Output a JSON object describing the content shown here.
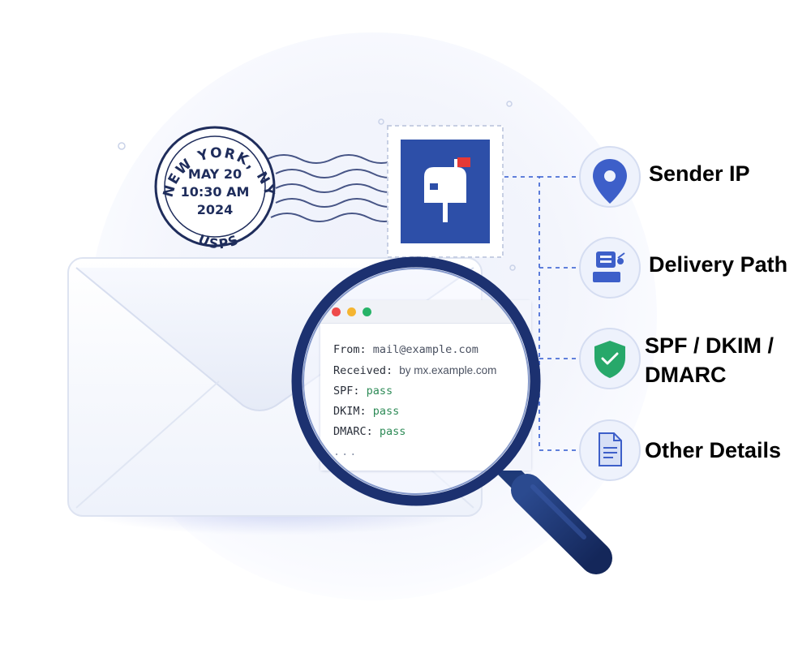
{
  "postmark": {
    "city": "NEW YORK, NY",
    "date": "MAY 20",
    "time": "10:30 AM",
    "year": "2024",
    "carrier": "USPS"
  },
  "header_preview": {
    "lines": [
      {
        "key": "From:",
        "value": "mail@example.com",
        "status": false
      },
      {
        "key": "Received:",
        "value": "by mx.example.com",
        "status": false
      },
      {
        "key": "SPF:",
        "value": "pass",
        "status": true
      },
      {
        "key": "DKIM:",
        "value": "pass",
        "status": true
      },
      {
        "key": "DMARC:",
        "value": "pass",
        "status": true
      }
    ],
    "ellipsis": "..."
  },
  "features": [
    {
      "label": "Sender IP",
      "icon": "location-pin-icon"
    },
    {
      "label": "Delivery Path",
      "icon": "server-network-icon"
    },
    {
      "label": "SPF / DKIM / DMARC",
      "icon": "shield-check-icon"
    },
    {
      "label": "Other Details",
      "icon": "document-icon"
    }
  ],
  "colors": {
    "navy": "#1f3a78",
    "stamp_blue": "#2d4fa8",
    "accent_blue": "#4b6fd6",
    "pass_green": "#2e8b57",
    "shield_green": "#27a86a"
  }
}
